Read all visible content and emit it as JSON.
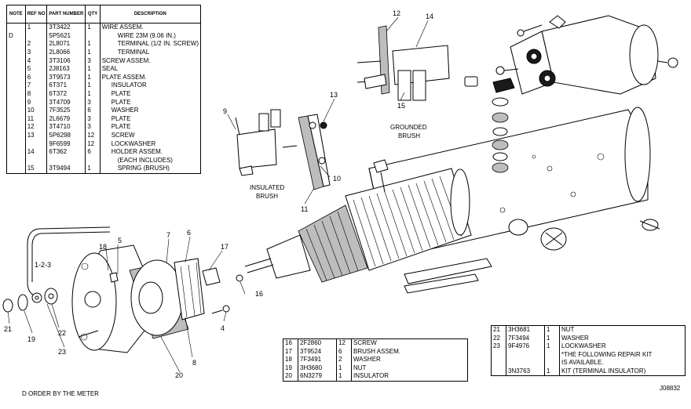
{
  "main_table": {
    "headers": {
      "note": "NOTE",
      "ref": "REF NO",
      "part": "PART NUMBER",
      "qty": "QTY",
      "desc": "DESCRIPTION"
    },
    "rows": [
      {
        "note": "",
        "ref": "1",
        "part": "3T3422",
        "qty": "1",
        "desc": "WIRE ASSEM.",
        "indent": 0
      },
      {
        "note": "D",
        "ref": "",
        "part": "5P5621",
        "qty": "",
        "desc": "WIRE 23M (9.06 IN.)",
        "indent": 2
      },
      {
        "note": "",
        "ref": "2",
        "part": "2L8071",
        "qty": "1",
        "desc": "TERMINAL (1/2 IN. SCREW)",
        "indent": 2
      },
      {
        "note": "",
        "ref": "3",
        "part": "2L8066",
        "qty": "1",
        "desc": "TERMINAL",
        "indent": 2
      },
      {
        "note": "",
        "ref": "4",
        "part": "3T3106",
        "qty": "3",
        "desc": "SCREW ASSEM.",
        "indent": 0
      },
      {
        "note": "",
        "ref": "5",
        "part": "2J8163",
        "qty": "1",
        "desc": "SEAL",
        "indent": 0
      },
      {
        "note": "",
        "ref": "6",
        "part": "3T9573",
        "qty": "1",
        "desc": "PLATE ASSEM.",
        "indent": 0
      },
      {
        "note": "",
        "ref": "7",
        "part": "6T371",
        "qty": "1",
        "desc": "INSULATOR",
        "indent": 1
      },
      {
        "note": "",
        "ref": "8",
        "part": "6T372",
        "qty": "1",
        "desc": "PLATE",
        "indent": 1
      },
      {
        "note": "",
        "ref": "9",
        "part": "3T4709",
        "qty": "3",
        "desc": "PLATE",
        "indent": 1
      },
      {
        "note": "",
        "ref": "10",
        "part": "7F3525",
        "qty": "6",
        "desc": "WASHER",
        "indent": 1
      },
      {
        "note": "",
        "ref": "11",
        "part": "2L6679",
        "qty": "3",
        "desc": "PLATE",
        "indent": 1
      },
      {
        "note": "",
        "ref": "12",
        "part": "3T4710",
        "qty": "3",
        "desc": "PLATE",
        "indent": 1
      },
      {
        "note": "",
        "ref": "13",
        "part": "5P6298",
        "qty": "12",
        "desc": "SCREW",
        "indent": 1
      },
      {
        "note": "",
        "ref": "",
        "part": "9F6599",
        "qty": "12",
        "desc": "LOCKWASHER",
        "indent": 1
      },
      {
        "note": "",
        "ref": "14",
        "part": "6T362",
        "qty": "6",
        "desc": "HOLDER ASSEM.",
        "indent": 1
      },
      {
        "note": "",
        "ref": "",
        "part": "",
        "qty": "",
        "desc": "(EACH INCLUDES)",
        "indent": 2
      },
      {
        "note": "",
        "ref": "15",
        "part": "3T9494",
        "qty": "1",
        "desc": "SPRING (BRUSH)",
        "indent": 2
      }
    ]
  },
  "bottom_table_1": {
    "rows": [
      {
        "ref": "16",
        "part": "2F2860",
        "qty": "12",
        "desc": "SCREW"
      },
      {
        "ref": "17",
        "part": "3T9524",
        "qty": "6",
        "desc": "BRUSH ASSEM."
      },
      {
        "ref": "18",
        "part": "7F3491",
        "qty": "2",
        "desc": "WASHER"
      },
      {
        "ref": "19",
        "part": "3H3680",
        "qty": "1",
        "desc": "NUT"
      },
      {
        "ref": "20",
        "part": "6N3279",
        "qty": "1",
        "desc": "INSULATOR"
      }
    ]
  },
  "bottom_table_2": {
    "rows": [
      {
        "ref": "21",
        "part": "3H3681",
        "qty": "1",
        "desc": "NUT"
      },
      {
        "ref": "22",
        "part": "7F3494",
        "qty": "1",
        "desc": "WASHER"
      },
      {
        "ref": "23",
        "part": "9F4976",
        "qty": "1",
        "desc": "LOCKWASHER"
      },
      {
        "ref": "",
        "part": "",
        "qty": "",
        "desc": "*THE FOLLOWING REPAIR KIT"
      },
      {
        "ref": "",
        "part": "",
        "qty": "",
        "desc": "IS AVAILABLE."
      },
      {
        "ref": "",
        "part": "3N3763",
        "qty": "1",
        "desc": "KIT (TERMINAL INSULATOR)"
      }
    ]
  },
  "callouts": [
    "1-2-3",
    "4",
    "5",
    "6",
    "7",
    "8",
    "9",
    "10",
    "11",
    "12",
    "13",
    "14",
    "15",
    "16",
    "17",
    "18",
    "19",
    "20",
    "21",
    "22",
    "23"
  ],
  "captions": {
    "insulated_brush_line1": "INSULATED",
    "insulated_brush_line2": "BRUSH",
    "grounded_brush_line1": "GROUNDED",
    "grounded_brush_line2": "BRUSH"
  },
  "footnote": "D   ORDER BY THE METER",
  "figure_id": "J08832"
}
